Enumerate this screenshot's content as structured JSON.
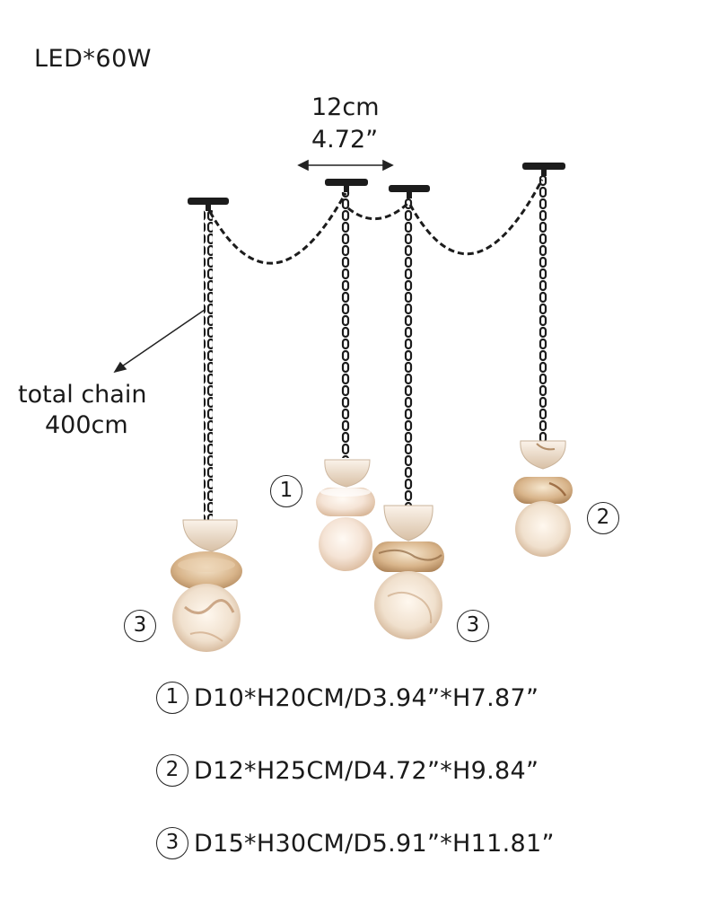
{
  "header": {
    "power": "LED*60W"
  },
  "dimensions": {
    "spacing_cm": "12cm",
    "spacing_in": "4.72”",
    "chain_label_line1": "total chain",
    "chain_label_line2": "400cm"
  },
  "callouts": {
    "pendant_a": "1",
    "pendant_b": "2",
    "pendant_c": "3",
    "pendant_d": "3"
  },
  "specs": [
    {
      "num": "1",
      "text": "D10*H20CM/D3.94”*H7.87”"
    },
    {
      "num": "2",
      "text": "D12*H25CM/D4.72”*H9.84”"
    },
    {
      "num": "3",
      "text": "D15*H30CM/D5.91”*H11.81”"
    }
  ],
  "colors": {
    "chain": "#1c1c1c",
    "alabaster_light": "#f6ece4",
    "alabaster_warm": "#d9b48a",
    "alabaster_vein": "#9a6a3a"
  }
}
